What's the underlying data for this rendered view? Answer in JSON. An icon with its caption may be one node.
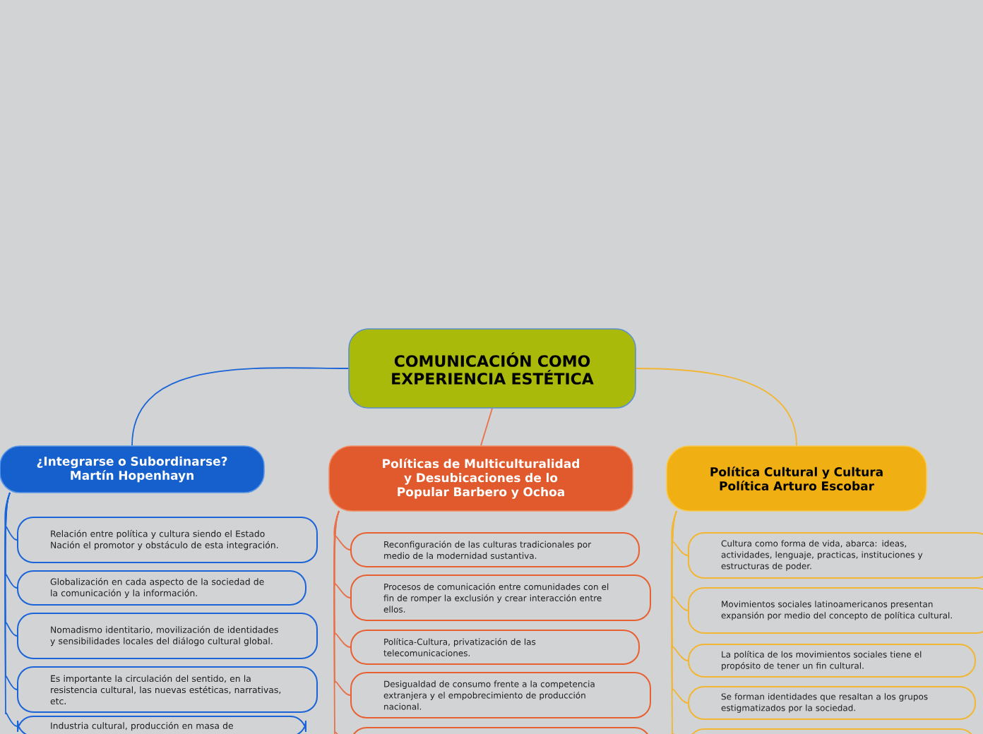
{
  "diagram": {
    "nodes": [
      {
        "text": [
          "COMUNICACIÓN COMO EXPERIENCIA ESTÉTICA"
        ]
      },
      {
        "text": [
          "¿Integrarse o Subordinarse? Martín Hopenhayn"
        ]
      },
      {
        "text": [
          "Políticas de Multiculturalidad y Desubicaciones de lo Popular Barbero y Ochoa"
        ]
      },
      {
        "text": [
          "Política Cultural y Cultura Política Arturo Escobar"
        ]
      },
      {
        "text": [
          "Relación entre política y cultura siendo el Estado Nación el promotor y obstáculo de esta integración."
        ]
      },
      {
        "text": [
          "Globalización en cada aspecto de la sociedad de la comunicación y la información."
        ]
      },
      {
        "text": [
          "Nomadismo identitario, movilización de identidades y sensibilidades locales del diálogo cultural global."
        ]
      },
      {
        "text": [
          "Es importante la circulación del sentido, en la resistencia cultural, las nuevas estéticas, narrativas, etc."
        ]
      },
      {
        "text": [
          "Industria cultural, producción en masa de"
        ]
      },
      {
        "text": [
          "Reconfiguración de las culturas tradicionales por medio de la modernidad sustantiva."
        ]
      },
      {
        "text": [
          "Procesos de comunicación entre comunidades con el fin de romper la exclusión y crear interacción entre ellos."
        ]
      },
      {
        "text": [
          "Política-Cultura, privatización de las telecomunicaciones."
        ]
      },
      {
        "text": [
          "Desigualdad de consumo frente a la competencia extranjera y el empobrecimiento de producción nacional."
        ]
      },
      {
        "text": [],
        "shape": "box"
      },
      {
        "text": [
          "Cultura como forma de vida, abarca: ideas, actividades, lenguaje, practicas, instituciones y estructuras de poder."
        ]
      },
      {
        "text": [
          "Movimientos sociales latinoamericanos presentan expansión por medio del concepto de política cultural."
        ]
      },
      {
        "text": [
          "La política de los movimientos sociales tiene el propósito de tener un fin cultural."
        ]
      },
      {
        "text": [
          "Se forman identidades que resaltan a los grupos estigmatizados por la sociedad."
        ]
      },
      {
        "text": [],
        "shape": "box"
      }
    ],
    "edges": [
      {
        "from": 0,
        "to": 1,
        "arrow": "none",
        "color": "#1a64d8"
      },
      {
        "from": 0,
        "to": 2,
        "arrow": "none",
        "color": "#e8704a"
      },
      {
        "from": 0,
        "to": 3,
        "arrow": "none",
        "color": "#f2b632"
      },
      {
        "from": 1,
        "to": 4,
        "arrow": "none",
        "color": "#1a64d8"
      },
      {
        "from": 1,
        "to": 5,
        "arrow": "none",
        "color": "#1a64d8"
      },
      {
        "from": 1,
        "to": 6,
        "arrow": "none",
        "color": "#1a64d8"
      },
      {
        "from": 1,
        "to": 7,
        "arrow": "none",
        "color": "#1a64d8"
      },
      {
        "from": 1,
        "to": 8,
        "arrow": "none",
        "color": "#1a64d8"
      },
      {
        "from": 2,
        "to": 9,
        "arrow": "none",
        "color": "#e8704a"
      },
      {
        "from": 2,
        "to": 10,
        "arrow": "none",
        "color": "#e8704a"
      },
      {
        "from": 2,
        "to": 11,
        "arrow": "none",
        "color": "#e8704a"
      },
      {
        "from": 2,
        "to": 12,
        "arrow": "none",
        "color": "#e8704a"
      },
      {
        "from": 2,
        "to": 13,
        "arrow": "none",
        "color": "#e8704a"
      },
      {
        "from": 3,
        "to": 14,
        "arrow": "none",
        "color": "#f2b632"
      },
      {
        "from": 3,
        "to": 15,
        "arrow": "none",
        "color": "#f2b632"
      },
      {
        "from": 3,
        "to": 16,
        "arrow": "none",
        "color": "#f2b632"
      },
      {
        "from": 3,
        "to": 17,
        "arrow": "none",
        "color": "#f2b632"
      },
      {
        "from": 3,
        "to": 18,
        "arrow": "none",
        "color": "#f2b632"
      }
    ]
  }
}
